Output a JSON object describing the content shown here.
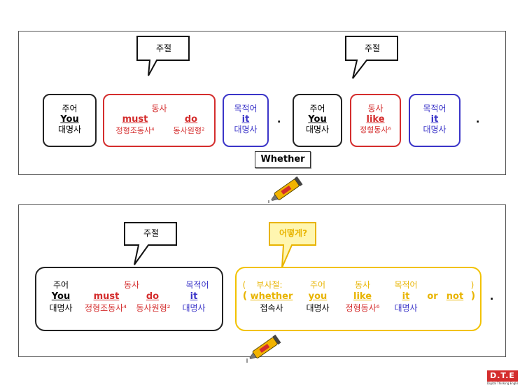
{
  "top": {
    "clause_label_1": "주절",
    "clause_label_2": "주절",
    "row1": {
      "subject": {
        "role": "주어",
        "word": "You",
        "pos": "대명사"
      },
      "verb": {
        "role": "동사",
        "word1": "must",
        "word2": "do",
        "pos1": "정형조동사⁴",
        "pos2": "동사원형²"
      },
      "object": {
        "role": "목적어",
        "word": "it",
        "pos": "대명사"
      },
      "end": "."
    },
    "row2": {
      "subject": {
        "role": "주어",
        "word": "You",
        "pos": "대명사"
      },
      "verb": {
        "role": "동사",
        "word": "like",
        "pos": "정형동사⁶"
      },
      "object": {
        "role": "목적어",
        "word": "it",
        "pos": "대명사"
      },
      "end": "."
    },
    "connector": "Whether"
  },
  "bottom": {
    "clause_label": "주절",
    "how_label": "어떻게?",
    "main": {
      "roles": [
        "주어",
        "동사",
        "목적어"
      ],
      "words": [
        "You",
        "must",
        "do",
        "it"
      ],
      "pos": [
        "대명사",
        "정형조동사⁴",
        "동사원형²",
        "대명사"
      ]
    },
    "adverbial": {
      "open_paren": "(",
      "label": "부사절:",
      "roles": [
        "주어",
        "동사",
        "목적어"
      ],
      "close_paren": ")",
      "words": [
        "whether",
        "you",
        "like",
        "it",
        "or",
        "not"
      ],
      "pos": [
        "접속사",
        "대명사",
        "정형동사⁶",
        "대명사"
      ]
    },
    "end": "."
  },
  "logo": {
    "text": "D.T.E",
    "sub": "Digital Thinking English"
  },
  "colors": {
    "red": "#d42d2d",
    "blue": "#3b35c8",
    "yellow": "#e8b400",
    "glue": "#f2b300"
  }
}
